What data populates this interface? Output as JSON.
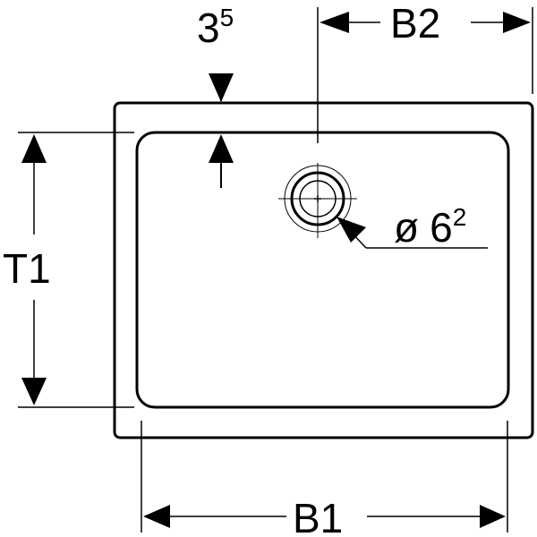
{
  "labels": {
    "rim_thickness": {
      "base": "3",
      "sup": "5"
    },
    "outlet_width": "B2",
    "depth": "T1",
    "outlet_diameter": {
      "prefix": "ø",
      "base": "6",
      "sup": "2"
    },
    "width": "B1"
  }
}
